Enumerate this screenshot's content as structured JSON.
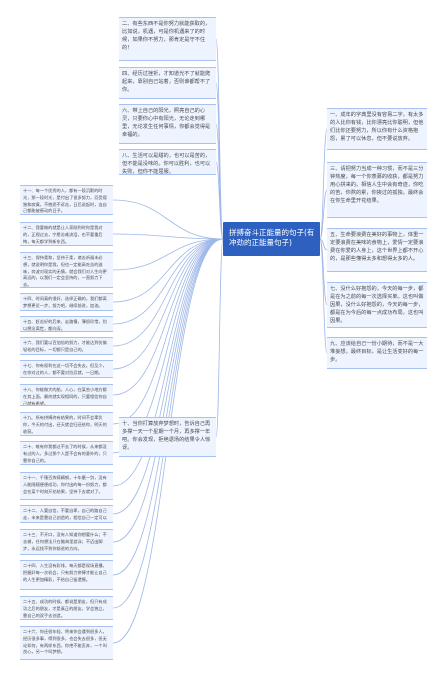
{
  "root": {
    "title": "拼搏奋斗正能量的句子(有冲劲的正能量句子)"
  },
  "mid_nodes": [
    {
      "text": "二、有些东西不是你努力就能获取的，比如说，机遇，可是你机遇来了的时候，如果你不努力，那肯定是守不住的！"
    },
    {
      "text": "四、经历过挫折，才知道光不了就能爬起来，靠别自己站着，否则谁都帮不了你。"
    },
    {
      "text": "六、带上自己的阳光，照亮自己的心灵，只要你心中有阳光，无论走到哪里，无论发生任何事情，你都会觉得是幸福的。"
    },
    {
      "text": "八、生活可以是甜的，也可以是苦的，但不能是没味的。你可以胜利，也可以失败，但你不能屈服。"
    },
    {
      "text": "十、当你打算放弃梦想时，告诉自己再多撑一天一个星期一个月，再多撑一年吧。你会发现，拒绝退场的结果令人惊讶。"
    }
  ],
  "right_nodes": [
    {
      "text": "一、成年的字典里没有容易二字，有太多的人比你有钱，比你漂亮比你聪明，但他们比你还要努力，所以你有什么资格抱怨，累了可以休息，但不要说放弃。"
    },
    {
      "text": "三、请把努力当成一种习惯，而不是三分钟热度，每一个你羡慕的收获，都是努力用心拼来的。相信人生中会有奇迹，你吃的苦，你熬的累，你挨过的孤独，最终会在你生命里开花结果。"
    },
    {
      "text": "五、生命要浪费在美好的事物上，体重一定要浪费在美味的食物上，爱情一定要浪费在你爱的人身上，这个世界上都不开心的，是那些懂得太多和想得太多的人。"
    },
    {
      "text": "七、没什么好抱怨的，今天的每一步，都是在为之前的每一次选择买单。这也叫做因果，没什么好抱怨的，今天的每一步，都是在为今后的每一点成功布局，这也叫因果。"
    },
    {
      "text": "九、应该给自己一份小期待，而不是一大堆妄想。最终目标，是让生活变好的每一步。"
    }
  ],
  "left_nodes": [
    {
      "text": "十一、每一个优秀的人，都有一段沉默的时光，那一段时光，是付出了很多努力，忍受孤独和寂寞，不抱怨不诉苦，日后说起时，连自己都能被感动的日子。"
    },
    {
      "text": "十二、我要做的就是让人家刚到时你是我对的，正视过去，宁愿苦难流泪，也不要重后悔，每天都学到新东西。"
    },
    {
      "text": "十三、保持柔和，坚持于柔，诸去祈福未必想，就说明你是我，但也一定能高吃苦的滋味，奔波对现实的无情，就会我们对人生向更高远的，以我们一定会坚持的，一直努力下去。"
    },
    {
      "text": "十四、时间真的很好，选择正确的，我们都离梦想更近一步，努力吧，继续前进，加油。"
    },
    {
      "text": "十五、赶苦好的后来，走路慢，薄很珍惜，别以想念离世，都向深。"
    },
    {
      "text": "十六、我们要以百加倍的努力，才能达到仿佛轻松的目标，一切都只是自己的。"
    },
    {
      "text": "十七、你有权利在这一切不会失去。但至少，在你对过的人，都不要对拉忍就，一日期。"
    },
    {
      "text": "十八、你能做大的船，人心，在某些小地方都在其上面，最终就实现相同的，只要相信你自己就有希望。"
    },
    {
      "text": "十九、所有拼搏终有结果的，时间不会辜负你，今天的付出，还天就会归还给你，明天的收获。"
    },
    {
      "text": "二十、唯有你我都过不去了的时候，从来都没有过的人，多过那个人是不会有的意外的，只靠你自己的。"
    },
    {
      "text": "二十一、千锤百炼铸精钢，十年磨一剑，没有人能随随便便成功，你付出的每一份努力，都会在某个时刻开花结果，坚持下去就对了。"
    },
    {
      "text": "二十二、人要自信，不要自卑，自己的路自己走，未来是靠自己创造的，相信自己一定可以的。"
    },
    {
      "text": "二十三、不开口，没有人知道你想要什么；不去做，任何想法只在脑海里游泳；不迈出脚步，永远找不到你前进的方向。"
    },
    {
      "text": "二十四、人生没有彩排，每天都是现场直播，把握好每一次机会，只有努力拼搏才能让自己的人生更加精彩，不给自己留遗憾。"
    },
    {
      "text": "二十五、成功的时候，都说是朋友，但只有成功之后的朋友，才是真正的朋友，学会独立，靠自己的双手去创造。"
    },
    {
      "text": "二十六、你还很年轻，将来你会遇到很多人，经历很多事，得到很多，也会失去很多，但无论如何，有两样东西，你绝不能丢弃，一个叫良心，另一个叫梦想。"
    }
  ]
}
